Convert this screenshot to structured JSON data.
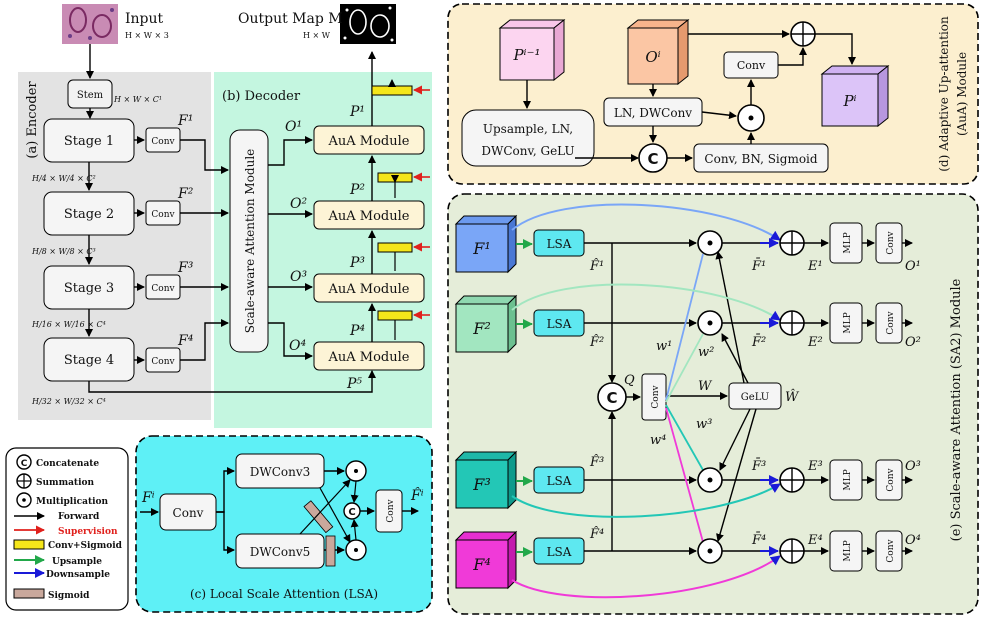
{
  "top": {
    "input_label": "Input",
    "input_dims": "H × W × 3",
    "output_label": "Output Map M",
    "output_dims": "H × W"
  },
  "encoder": {
    "title": "(a) Encoder",
    "stem": "Stem",
    "stem_dims": "H × W × C¹",
    "stages": [
      "Stage 1",
      "Stage 2",
      "Stage 3",
      "Stage 4"
    ],
    "conv": "Conv",
    "features": [
      "F¹",
      "F²",
      "F³",
      "F⁴"
    ],
    "dims": [
      "H/4 × W/4 × C²",
      "H/8 × W/8 × C³",
      "H/16 × W/16 × C⁴",
      "H/32 × W/32 × C⁴"
    ]
  },
  "decoder": {
    "title": "(b) Decoder",
    "sam_label": "Scale-aware Attention Module",
    "aua": "AuA Module",
    "o_labels": [
      "O¹",
      "O²",
      "O³",
      "O⁴"
    ],
    "p_labels": [
      "P¹",
      "P²",
      "P³",
      "P⁴",
      "P⁵"
    ]
  },
  "aua_panel": {
    "title_line1": "(d) Adaptive Up-attention",
    "title_line2": "(AuA) Module",
    "p_prev": "Pⁱ⁻¹",
    "o_i": "Oⁱ",
    "p_i": "Pⁱ",
    "conv": "Conv",
    "upsample_line1": "Upsample, LN,",
    "upsample_line2": "DWConv, GeLU",
    "ln_dwconv": "LN, DWConv",
    "conv_bn_sig": "Conv, BN, Sigmoid",
    "concat": "C"
  },
  "sa2_panel": {
    "title": "(e) Scale-aware Attention (SA2) Module",
    "f_labels": [
      "F¹",
      "F²",
      "F³",
      "F⁴"
    ],
    "lsa": "LSA",
    "fhat": [
      "F̂¹",
      "F̂²",
      "F̂³",
      "F̂⁴"
    ],
    "fbar": [
      "F̄¹",
      "F̄²",
      "F̄³",
      "F̄⁴"
    ],
    "e_labels": [
      "E¹",
      "E²",
      "E³",
      "E⁴"
    ],
    "o_labels": [
      "O¹",
      "O²",
      "O³",
      "O⁴"
    ],
    "mlp": "MLP",
    "conv": "Conv",
    "q": "Q",
    "w": "W",
    "what": "Ŵ",
    "gelu": "GeLU",
    "weights": [
      "w¹",
      "w²",
      "w³",
      "w⁴"
    ],
    "concat": "C"
  },
  "legend": {
    "items": [
      "Concatenate",
      "Summation",
      "Multiplication",
      "Forward",
      "Supervision",
      "Conv+Sigmoid",
      "Upsample",
      "Downsample",
      "Sigmoid"
    ],
    "colors": {
      "forward": "#000000",
      "supervision": "#e0201c",
      "conv_sigmoid": "#f5e61a",
      "upsample": "#22a84a",
      "downsample": "#1a1ad8",
      "sigmoid": "#c9a89c"
    }
  },
  "lsa_panel": {
    "title": "(c) Local Scale Attention (LSA)",
    "fi": "Fⁱ",
    "conv": "Conv",
    "dw3": "DWConv3",
    "dw5": "DWConv5",
    "out": "F̂ⁱ",
    "concat": "C"
  }
}
